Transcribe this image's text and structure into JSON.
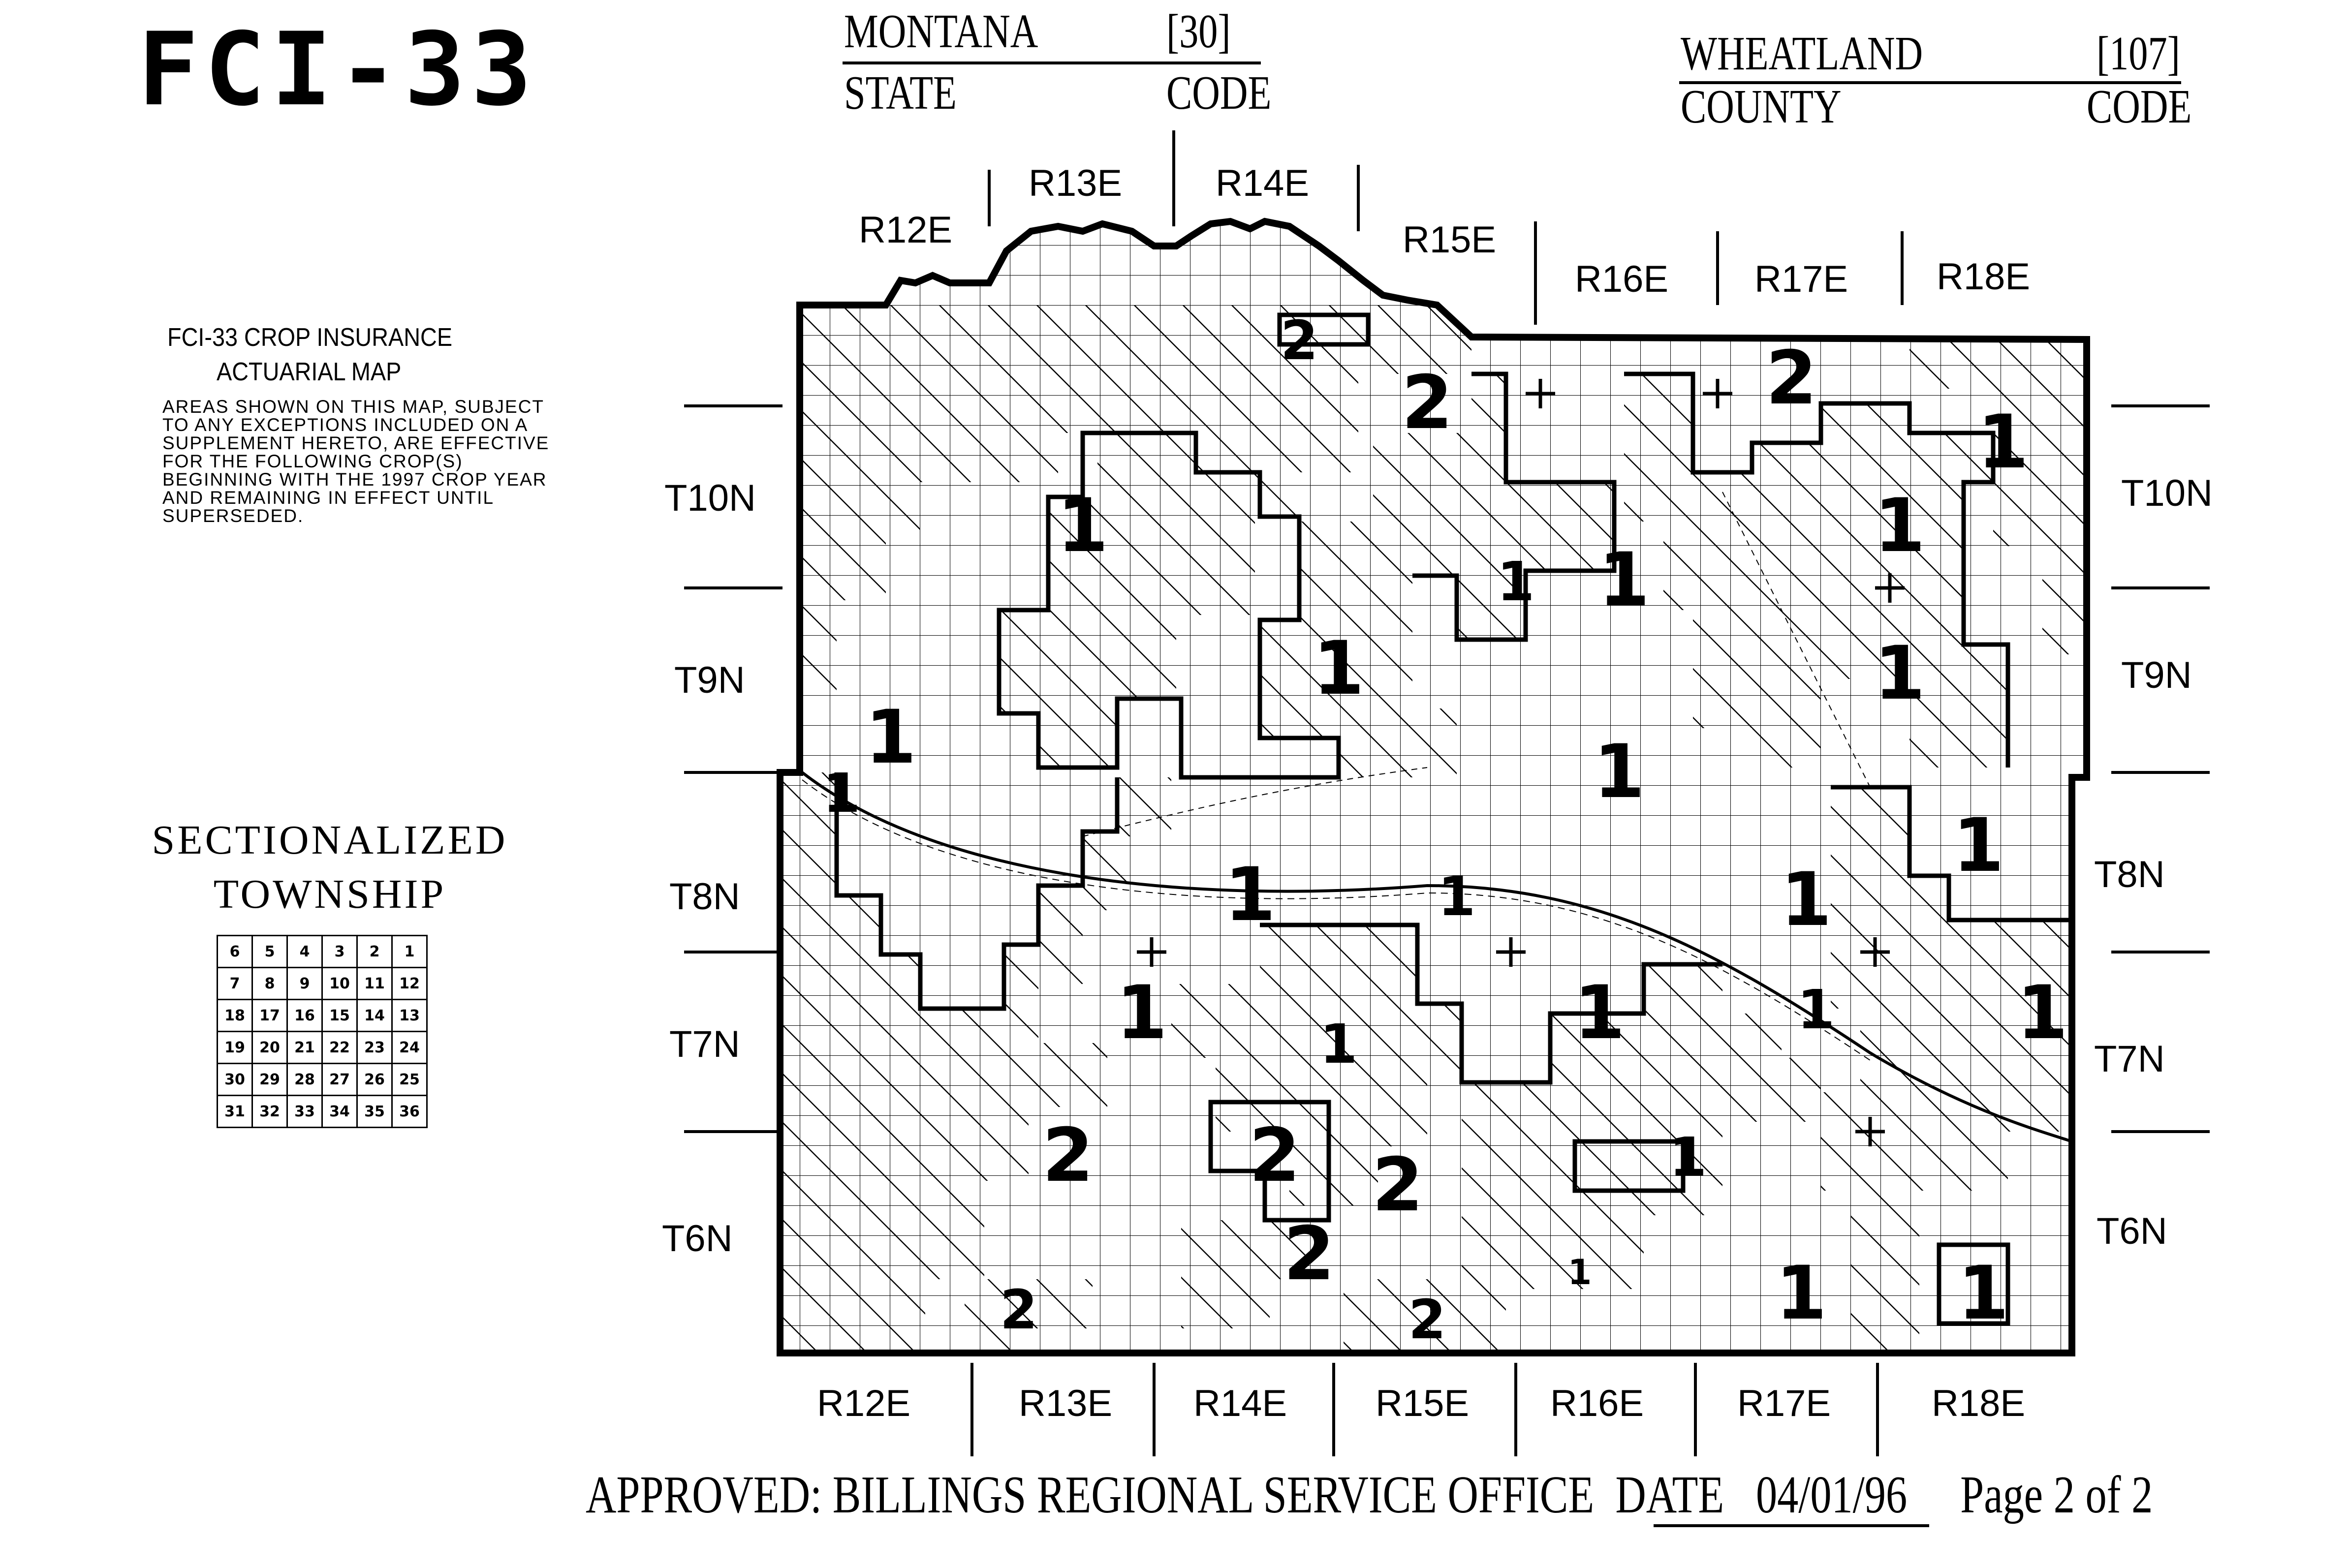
{
  "header": {
    "form_id": "FCI-33",
    "state_name": "MONTANA",
    "state_code": "[30]",
    "state_label": "STATE",
    "state_code_label": "CODE",
    "county_name": "WHEATLAND",
    "county_code": "[107]",
    "county_label": "COUNTY",
    "county_code_label": "CODE"
  },
  "legend": {
    "title_line1": "FCI-33 CROP INSURANCE",
    "title_line2": "ACTUARIAL MAP",
    "note": "AREAS SHOWN ON THIS MAP, SUBJECT TO ANY EXCEPTIONS INCLUDED ON A SUPPLEMENT HERETO, ARE EFFECTIVE FOR THE FOLLOWING CROP(S) BEGINNING WITH THE 1997 CROP YEAR AND REMAINING IN EFFECT UNTIL SUPERSEDED."
  },
  "township_diagram": {
    "title_line1": "SECTIONALIZED",
    "title_line2": "TOWNSHIP",
    "rows": [
      [
        "6",
        "5",
        "4",
        "3",
        "2",
        "1"
      ],
      [
        "7",
        "8",
        "9",
        "10",
        "11",
        "12"
      ],
      [
        "18",
        "17",
        "16",
        "15",
        "14",
        "13"
      ],
      [
        "19",
        "20",
        "21",
        "22",
        "23",
        "24"
      ],
      [
        "30",
        "29",
        "28",
        "27",
        "26",
        "25"
      ],
      [
        "31",
        "32",
        "33",
        "34",
        "35",
        "36"
      ]
    ]
  },
  "ranges_top": [
    "R12E",
    "R13E",
    "R14E",
    "R15E",
    "R16E",
    "R17E",
    "R18E"
  ],
  "ranges_bottom": [
    "R12E",
    "R13E",
    "R14E",
    "R15E",
    "R16E",
    "R17E",
    "R18E"
  ],
  "townships_left": [
    "T10N",
    "T9N",
    "T8N",
    "T7N",
    "T6N"
  ],
  "townships_right": [
    "T10N",
    "T9N",
    "T8N",
    "T7N",
    "T6N"
  ],
  "area_labels": [
    {
      "id": "a1",
      "text": "2"
    },
    {
      "id": "a2",
      "text": "2"
    },
    {
      "id": "a3",
      "text": "2"
    },
    {
      "id": "a4",
      "text": "1"
    },
    {
      "id": "a5",
      "text": "1"
    },
    {
      "id": "a6",
      "text": "1"
    },
    {
      "id": "a7",
      "text": "1"
    },
    {
      "id": "a8",
      "text": "1"
    },
    {
      "id": "a9",
      "text": "1"
    },
    {
      "id": "a10",
      "text": "1"
    },
    {
      "id": "a11",
      "text": "1"
    },
    {
      "id": "a12",
      "text": "1"
    },
    {
      "id": "a13",
      "text": "1"
    },
    {
      "id": "a14",
      "text": "1"
    },
    {
      "id": "a15",
      "text": "1"
    },
    {
      "id": "a16",
      "text": "1"
    },
    {
      "id": "a17",
      "text": "1"
    },
    {
      "id": "a18",
      "text": "1"
    },
    {
      "id": "a19",
      "text": "1"
    },
    {
      "id": "a20",
      "text": "1"
    },
    {
      "id": "a21",
      "text": "1"
    },
    {
      "id": "a22",
      "text": "1"
    },
    {
      "id": "a23",
      "text": "2"
    },
    {
      "id": "a24",
      "text": "2"
    },
    {
      "id": "a25",
      "text": "2"
    },
    {
      "id": "a26",
      "text": "2"
    },
    {
      "id": "a27",
      "text": "2"
    },
    {
      "id": "a28",
      "text": "2"
    },
    {
      "id": "a29",
      "text": "1"
    },
    {
      "id": "a30",
      "text": "1"
    },
    {
      "id": "a31",
      "text": "1"
    },
    {
      "id": "a32",
      "text": "1"
    }
  ],
  "footer": {
    "approved_label": "APPROVED: BILLINGS REGIONAL SERVICE OFFICE",
    "date_label": "DATE",
    "date_value": "04/01/96",
    "page": "Page 2 of 2"
  },
  "colors": {
    "ink": "#000000",
    "paper": "#ffffff"
  }
}
